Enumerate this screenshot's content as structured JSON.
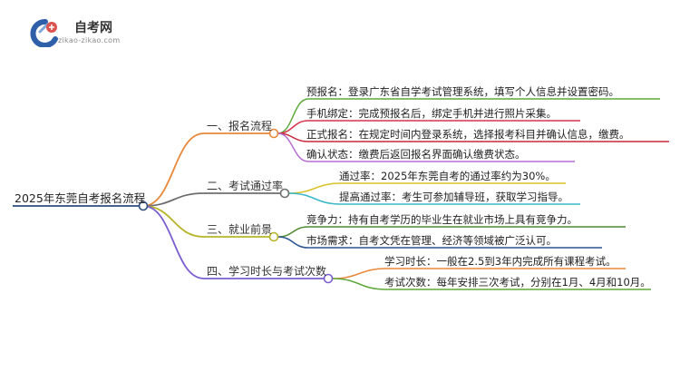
{
  "logo": {
    "title": "自考网",
    "subtitle": "zikao-zikao.com",
    "colors": {
      "blue": "#2f5fa8",
      "red": "#d9534f",
      "light": "#7fa8d8"
    }
  },
  "mindmap": {
    "root": {
      "label": "2025年东莞自考报名流程",
      "color": "#2b4b7e"
    },
    "branches": [
      {
        "label": "一、报名流程",
        "color": "#e8883a",
        "children": [
          {
            "label": "预报名：登录广东省自学考试管理系统，填写个人信息并设置密码。",
            "color": "#5ea83a"
          },
          {
            "label": "手机绑定：完成预报名后，绑定手机并进行照片采集。",
            "color": "#d9334c"
          },
          {
            "label": "正式报名：在规定时间内登录系统，选择报考科目并确认信息，缴费。",
            "color": "#c7283a"
          },
          {
            "label": "确认状态：缴费后返回报名界面确认缴费状态。",
            "color": "#b56fd4"
          }
        ]
      },
      {
        "label": "二、考试通过率",
        "color": "#6e6e6e",
        "children": [
          {
            "label": "通过率：2025年东莞自考的通过率约为30%。",
            "color": "#d8c228"
          },
          {
            "label": "提高通过率：考生可参加辅导班，获取学习指导。",
            "color": "#38b8c8"
          }
        ]
      },
      {
        "label": "三、就业前景",
        "color": "#b8b428",
        "children": [
          {
            "label": "竞争力：持有自考学历的毕业生在就业市场上具有竞争力。",
            "color": "#4f8a2e"
          },
          {
            "label": "市场需求：自考文凭在管理、经济等领域被广泛认可。",
            "color": "#2a5590"
          }
        ]
      },
      {
        "label": "四、学习时长与考试次数",
        "color": "#7a5ed0",
        "children": [
          {
            "label": "学习时长：一般在2.5到3年内完成所有课程考试。",
            "color": "#e8883a"
          },
          {
            "label": "考试次数：每年安排三次考试，分别在1月、4月和10月。",
            "color": "#5ea83a"
          }
        ]
      }
    ]
  }
}
